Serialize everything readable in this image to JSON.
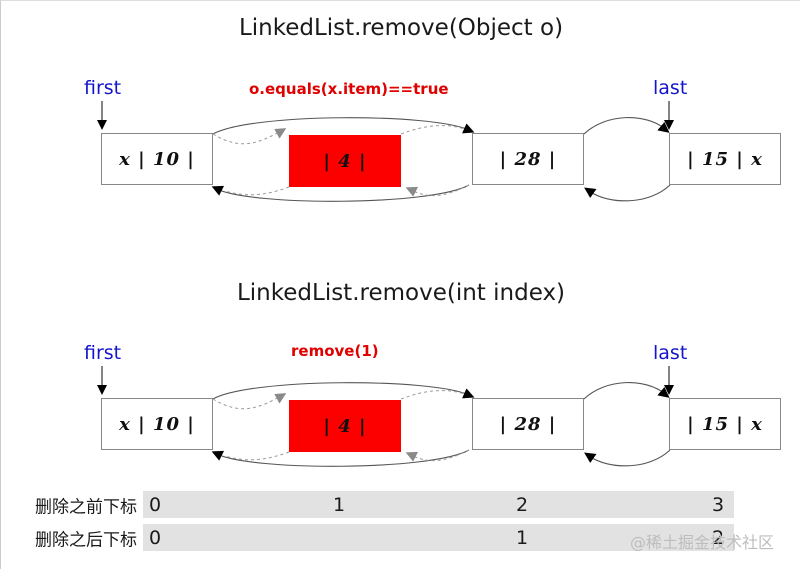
{
  "page": {
    "background": "#ffffff",
    "watermark": "@稀土掘金技术社区"
  },
  "colors": {
    "removed_node": "#fc0000",
    "annotation_text": "#e00000",
    "pointer_label": "#1414cc",
    "node_border": "#888888",
    "index_bar": "#e2e2e2",
    "link_solid": "#555555",
    "link_dashed": "#9a9a9a"
  },
  "diagrams": [
    {
      "title": "LinkedList.remove(Object o)",
      "annotation": "o.equals(x.item)==true",
      "first_label": "first",
      "last_label": "last",
      "nodes": [
        {
          "text": "x | 10 |",
          "removed": false
        },
        {
          "text": "| 4 |",
          "removed": true
        },
        {
          "text": "| 28 |",
          "removed": false
        },
        {
          "text": "| 15 | x",
          "removed": false
        }
      ]
    },
    {
      "title": "LinkedList.remove(int index)",
      "annotation": "remove(1)",
      "first_label": "first",
      "last_label": "last",
      "nodes": [
        {
          "text": "x | 10 |",
          "removed": false
        },
        {
          "text": "| 4 |",
          "removed": true
        },
        {
          "text": "| 28 |",
          "removed": false
        },
        {
          "text": "| 15 | x",
          "removed": false
        }
      ]
    }
  ],
  "index_table": {
    "rows": [
      {
        "label": "删除之前下标",
        "values": [
          "0",
          "1",
          "2",
          "3"
        ]
      },
      {
        "label": "删除之后下标",
        "values": [
          "0",
          "",
          "1",
          "2"
        ]
      }
    ]
  }
}
